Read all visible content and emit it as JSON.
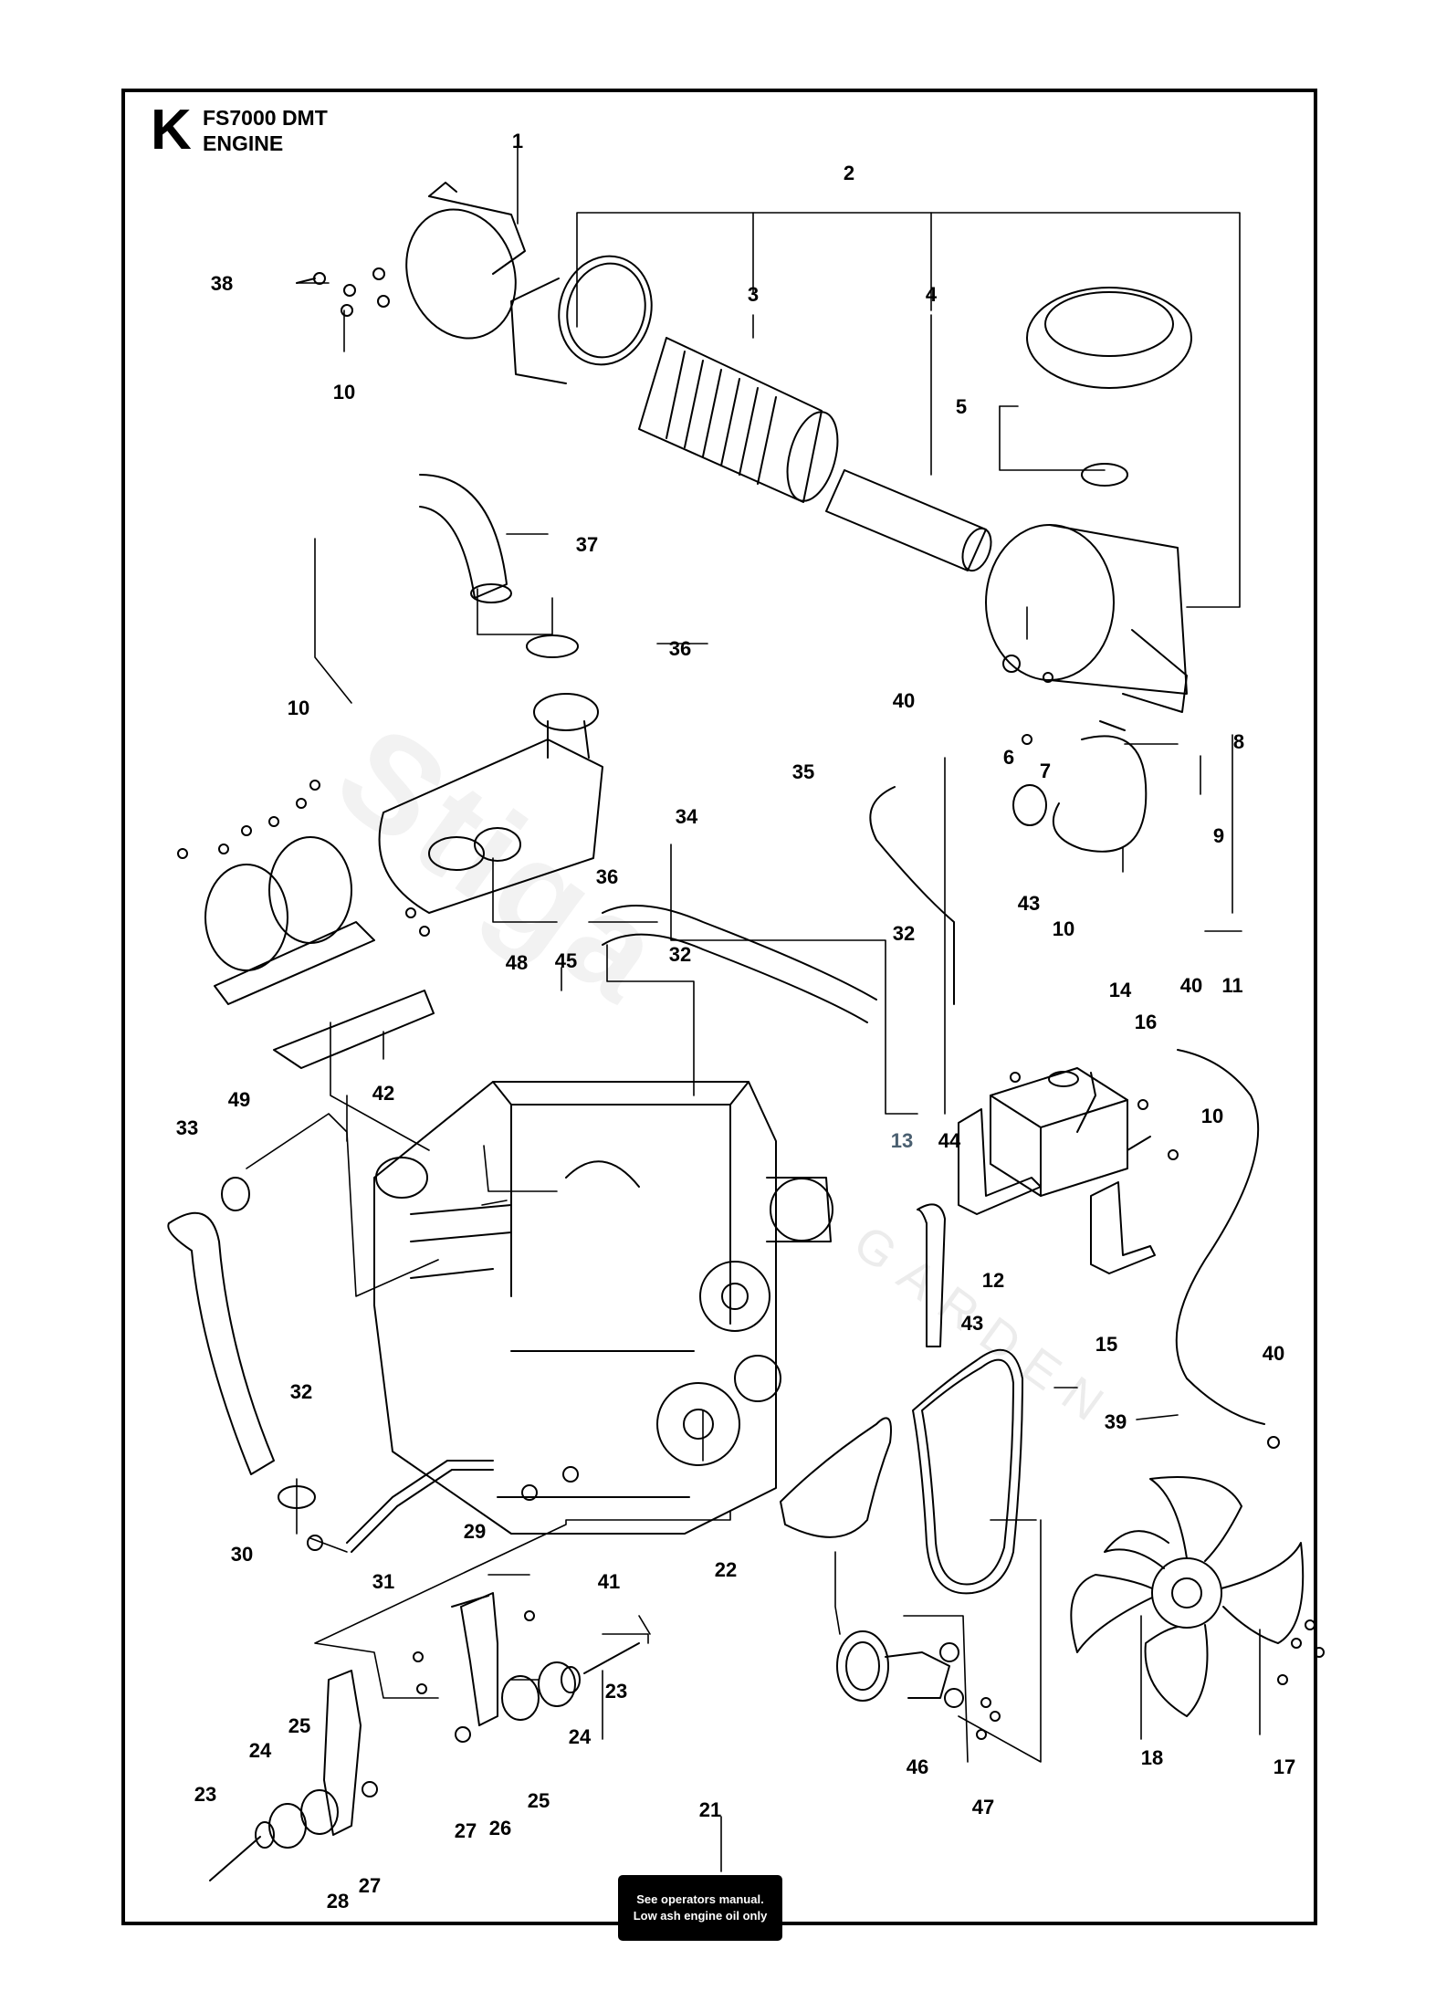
{
  "header": {
    "section_letter": "K",
    "model": "FS7000 DMT",
    "group": "ENGINE"
  },
  "watermark": {
    "brand": "Stiga",
    "sub": "GARDEN"
  },
  "note": {
    "line1": "See operators manual.",
    "line2": "Low ash engine oil only"
  },
  "callouts": [
    {
      "id": "1",
      "label": "1"
    },
    {
      "id": "2",
      "label": "2"
    },
    {
      "id": "3",
      "label": "3"
    },
    {
      "id": "4",
      "label": "4"
    },
    {
      "id": "5",
      "label": "5"
    },
    {
      "id": "6",
      "label": "6"
    },
    {
      "id": "7",
      "label": "7"
    },
    {
      "id": "8",
      "label": "8"
    },
    {
      "id": "9",
      "label": "9"
    },
    {
      "id": "10a",
      "label": "10"
    },
    {
      "id": "10b",
      "label": "10"
    },
    {
      "id": "10c",
      "label": "10"
    },
    {
      "id": "10d",
      "label": "10"
    },
    {
      "id": "11",
      "label": "11"
    },
    {
      "id": "12",
      "label": "12"
    },
    {
      "id": "13",
      "label": "13"
    },
    {
      "id": "14",
      "label": "14"
    },
    {
      "id": "15",
      "label": "15"
    },
    {
      "id": "16",
      "label": "16"
    },
    {
      "id": "17",
      "label": "17"
    },
    {
      "id": "18",
      "label": "18"
    },
    {
      "id": "21",
      "label": "21"
    },
    {
      "id": "22",
      "label": "22"
    },
    {
      "id": "23a",
      "label": "23"
    },
    {
      "id": "23b",
      "label": "23"
    },
    {
      "id": "24a",
      "label": "24"
    },
    {
      "id": "24b",
      "label": "24"
    },
    {
      "id": "25a",
      "label": "25"
    },
    {
      "id": "25b",
      "label": "25"
    },
    {
      "id": "26",
      "label": "26"
    },
    {
      "id": "27a",
      "label": "27"
    },
    {
      "id": "27b",
      "label": "27"
    },
    {
      "id": "28",
      "label": "28"
    },
    {
      "id": "29",
      "label": "29"
    },
    {
      "id": "30",
      "label": "30"
    },
    {
      "id": "31",
      "label": "31"
    },
    {
      "id": "32a",
      "label": "32"
    },
    {
      "id": "32b",
      "label": "32"
    },
    {
      "id": "32c",
      "label": "32"
    },
    {
      "id": "33",
      "label": "33"
    },
    {
      "id": "34",
      "label": "34"
    },
    {
      "id": "35",
      "label": "35"
    },
    {
      "id": "36a",
      "label": "36"
    },
    {
      "id": "36b",
      "label": "36"
    },
    {
      "id": "37",
      "label": "37"
    },
    {
      "id": "38",
      "label": "38"
    },
    {
      "id": "39",
      "label": "39"
    },
    {
      "id": "40a",
      "label": "40"
    },
    {
      "id": "40b",
      "label": "40"
    },
    {
      "id": "40c",
      "label": "40"
    },
    {
      "id": "41",
      "label": "41"
    },
    {
      "id": "42",
      "label": "42"
    },
    {
      "id": "43a",
      "label": "43"
    },
    {
      "id": "43b",
      "label": "43"
    },
    {
      "id": "44",
      "label": "44"
    },
    {
      "id": "45",
      "label": "45"
    },
    {
      "id": "46",
      "label": "46"
    },
    {
      "id": "47",
      "label": "47"
    },
    {
      "id": "48",
      "label": "48"
    },
    {
      "id": "49",
      "label": "49"
    }
  ]
}
